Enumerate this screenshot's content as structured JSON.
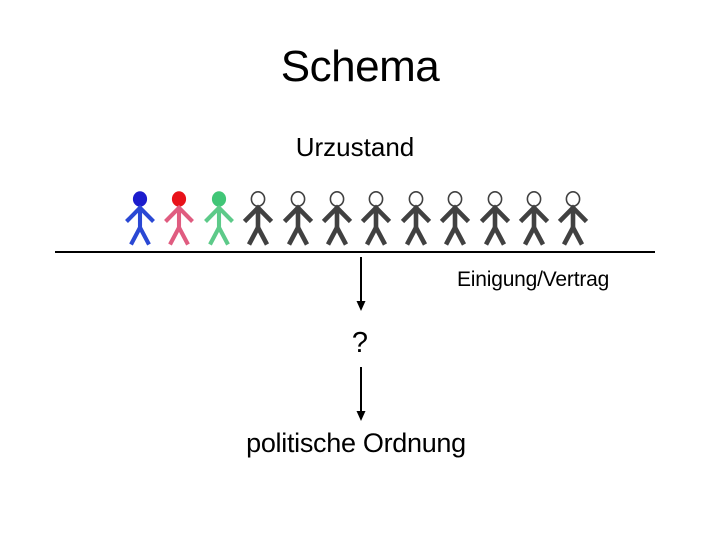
{
  "slide": {
    "title": "Schema",
    "subtitle": "Urzustand",
    "arrow1_label": "Einigung/Vertrag",
    "question_mark": "?",
    "result_label": "politische Ordnung"
  },
  "figures": {
    "count": 12,
    "colored": [
      {
        "name": "blue-person",
        "head": "#1c1ccd",
        "body": "#2a48d4"
      },
      {
        "name": "red-person",
        "head": "#e8121a",
        "body": "#e05c80"
      },
      {
        "name": "green-person",
        "head": "#41c677",
        "body": "#5dca89"
      }
    ],
    "plain": {
      "count": 9,
      "body": "#414141",
      "head_fill": "#ffffff",
      "head_stroke": "#414141"
    }
  },
  "colors": {
    "background": "#ffffff",
    "text": "#000000",
    "line": "#000000",
    "arrow": "#000000"
  }
}
